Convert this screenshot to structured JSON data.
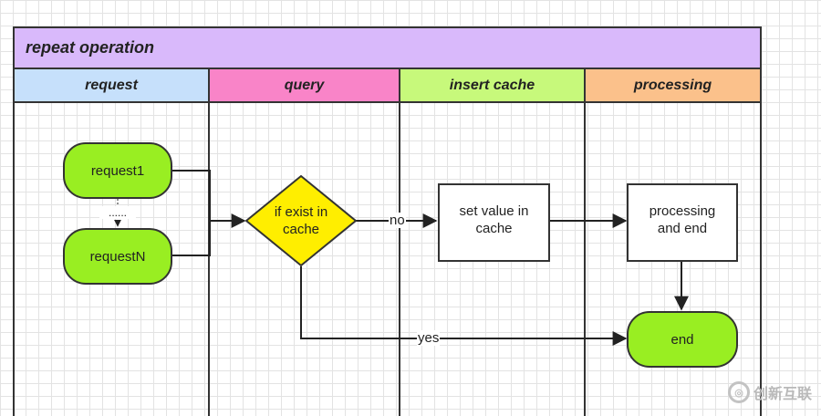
{
  "pool": {
    "title": "repeat operation"
  },
  "lanes": [
    {
      "label": "request",
      "color": "#c6e0fb"
    },
    {
      "label": "query",
      "color": "#f984c8"
    },
    {
      "label": "insert cache",
      "color": "#c7f97b"
    },
    {
      "label": "processing",
      "color": "#fbc18b"
    }
  ],
  "nodes": {
    "request1": {
      "label": "request1",
      "shape": "rounded",
      "color": "#99ee22"
    },
    "ellipsis": {
      "label": "......"
    },
    "requestN": {
      "label": "requestN",
      "shape": "rounded",
      "color": "#99ee22"
    },
    "decision": {
      "label_line1": "if exist in",
      "label_line2": "cache",
      "shape": "diamond",
      "color": "#ffee00"
    },
    "set_value": {
      "label_line1": "set value in",
      "label_line2": "cache",
      "shape": "rect"
    },
    "processing": {
      "label_line1": "processing",
      "label_line2": "and end",
      "shape": "rect"
    },
    "end": {
      "label": "end",
      "shape": "rounded",
      "color": "#99ee22"
    }
  },
  "edges": {
    "no_label": "no",
    "yes_label": "yes"
  },
  "watermark": {
    "text": "创新互联",
    "icon": "logo-icon"
  }
}
